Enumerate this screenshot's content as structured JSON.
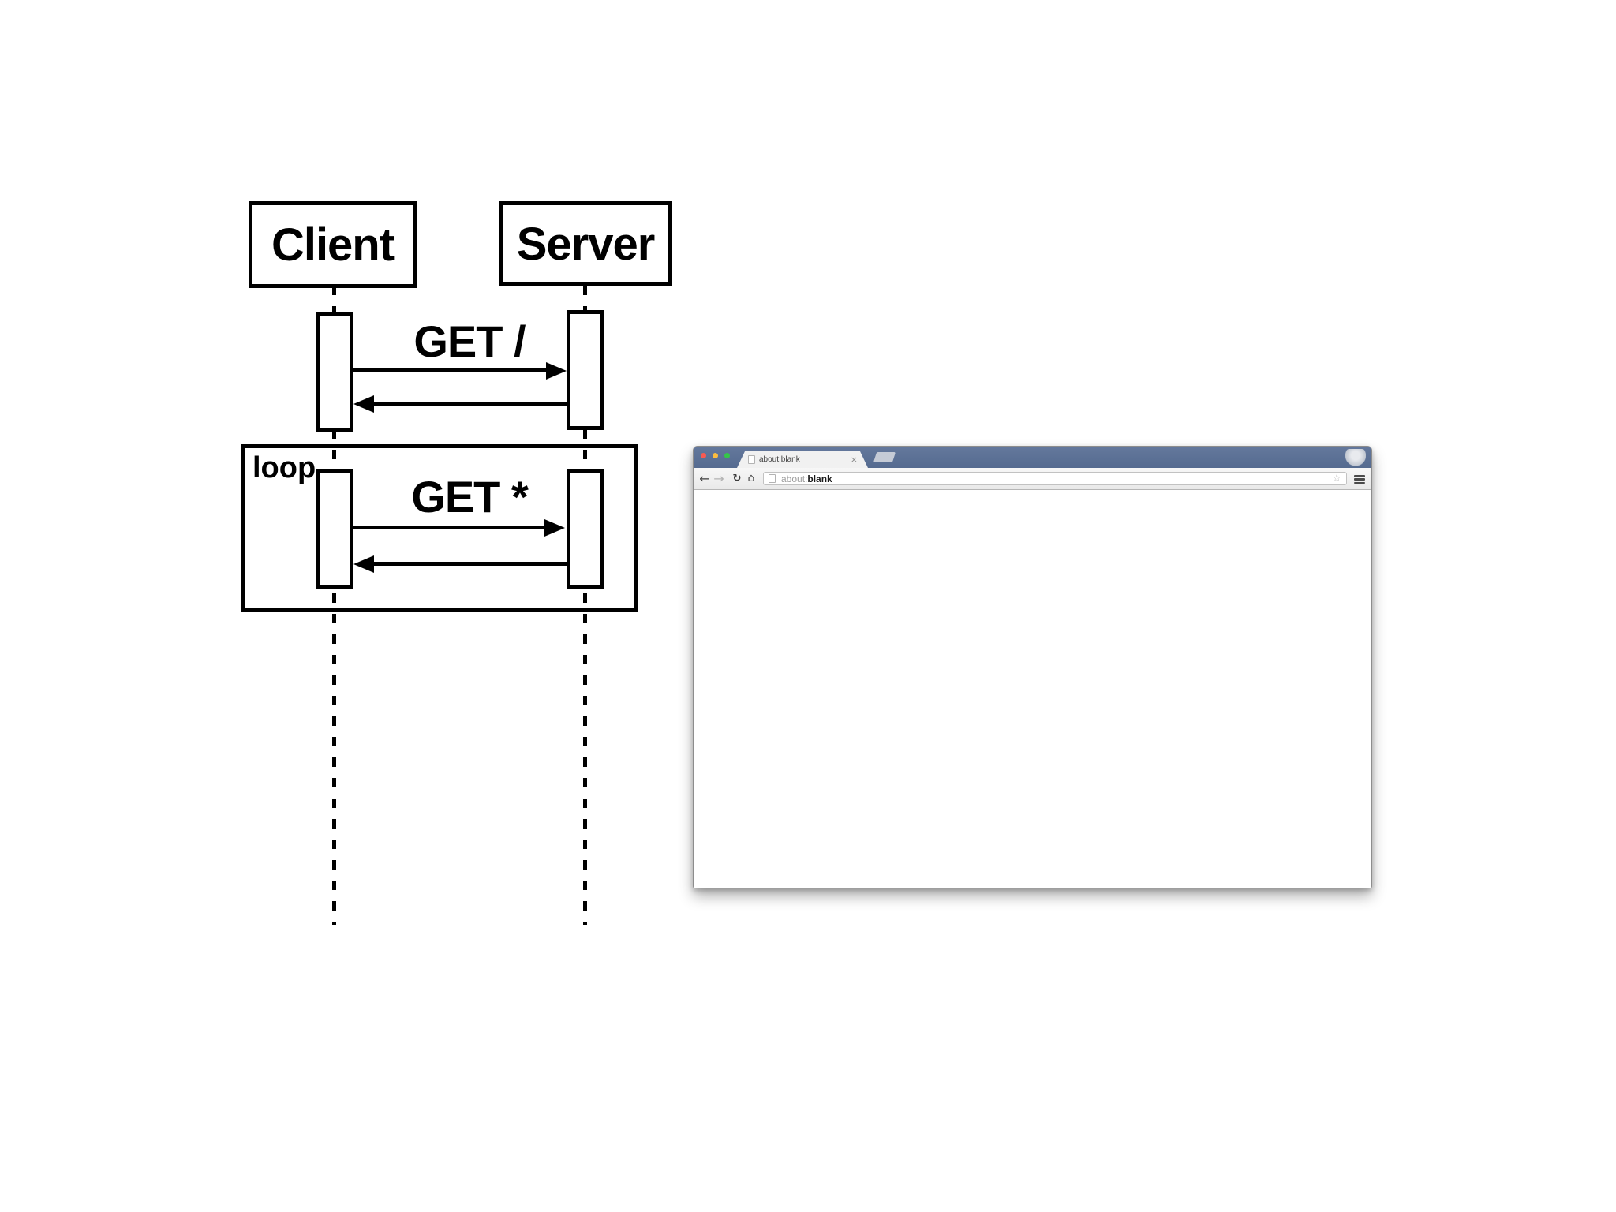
{
  "colors": {
    "ink": "#000000",
    "tab_strip_blue": "#556b90",
    "tab_strip_blue_light": "#64789c",
    "traffic_red": "#f95a52",
    "traffic_yellow": "#fdbd3e",
    "traffic_green": "#35c649"
  },
  "diagram": {
    "actors": [
      {
        "label": "Client"
      },
      {
        "label": "Server"
      }
    ],
    "loop_label": "loop",
    "messages": [
      {
        "label": "GET /",
        "from": "Client",
        "to": "Server"
      },
      {
        "label": "GET *",
        "from": "Client",
        "to": "Server",
        "in_loop": true
      }
    ]
  },
  "browser": {
    "tab": {
      "title": "about:blank"
    },
    "urlbar": {
      "scheme": "about:",
      "page": "blank"
    },
    "icons": {
      "back": "←",
      "forward": "→",
      "reload": "↻",
      "home": "⌂",
      "star": "☆",
      "close": "×",
      "menu": "three-bars",
      "page": "blank-page",
      "new_tab": "trapezoid-button",
      "badge": "gray-badge"
    }
  }
}
